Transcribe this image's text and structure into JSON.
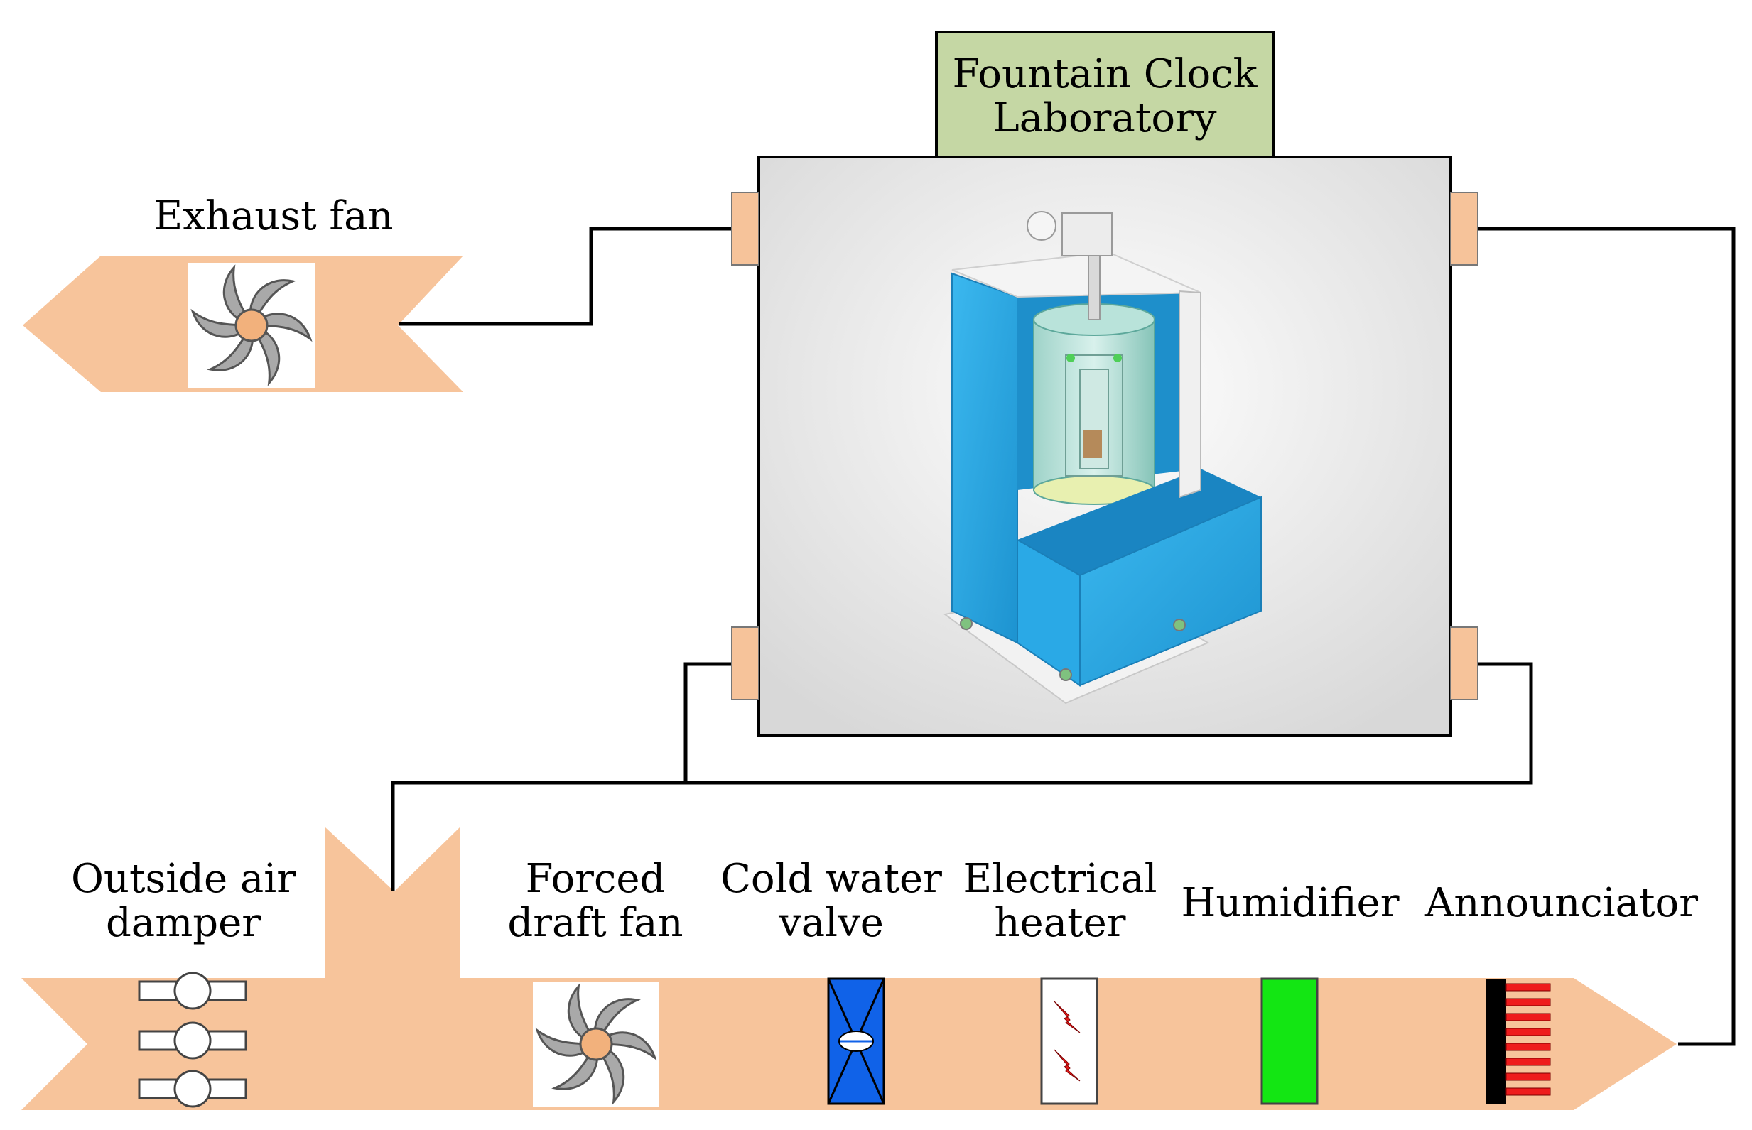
{
  "title_lines": [
    "Fountain Clock",
    "Laboratory"
  ],
  "labels": {
    "exhaust_fan": "Exhaust fan",
    "outside_air_damper": [
      "Outside air",
      "damper"
    ],
    "forced_draft_fan": [
      "Forced",
      "draft fan"
    ],
    "cold_water_valve": [
      "Cold water",
      "valve"
    ],
    "electrical_heater": [
      "Electrical",
      "heater"
    ],
    "humidifier": "Humidifier",
    "announciator": "Announciator"
  },
  "colors": {
    "duct": "#f7c49b",
    "port": "#f6c39a",
    "title_box": "#c5d7a4",
    "fan_blade": "#a9a9a9",
    "fan_hub": "#f2b17c",
    "valve": "#1062e8",
    "humidifier": "#13e613",
    "heater_bolt": "#e21a1a",
    "announciator_bar": "#000000",
    "announciator_pins": "#ee1c1c",
    "enclosure": "#2aa9e6",
    "line": "#000000"
  },
  "icons": {
    "exhaust_fan": "fan-icon",
    "forced_draft_fan": "fan-icon",
    "outside_air_damper": "damper-icon",
    "cold_water_valve": "valve-icon",
    "electrical_heater": "heater-icon",
    "humidifier": "humidifier-icon",
    "announciator": "announciator-icon",
    "laboratory_render": "clock-apparatus-image"
  }
}
